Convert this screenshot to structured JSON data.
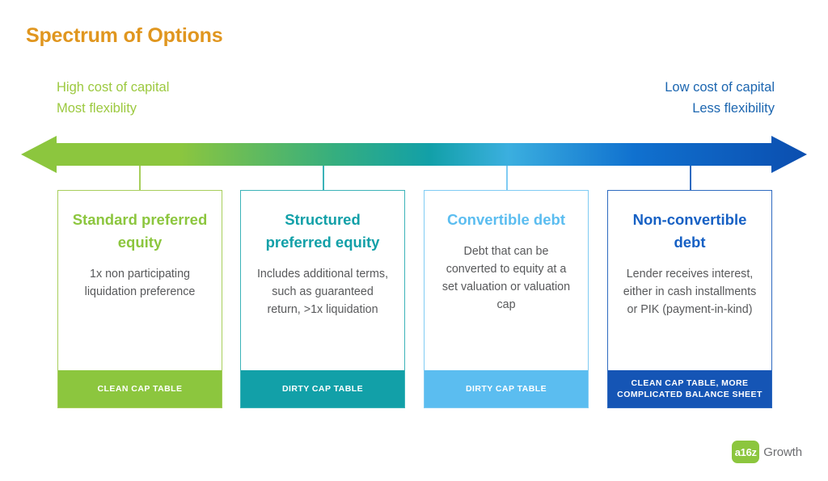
{
  "page": {
    "title": "Spectrum of Options",
    "title_color": "#E0961F",
    "background": "#FFFFFF"
  },
  "spectrum": {
    "left_labels": [
      "High cost of capital",
      "Most flexiblity"
    ],
    "right_labels": [
      "Low cost of capital",
      "Less flexibility"
    ],
    "left_label_color": "#9CC93F",
    "right_label_color": "#1C66B0",
    "arrow": {
      "direction": "double",
      "gradient_start": "#8CC63E",
      "gradient_mid_teal": "#12A0A8",
      "gradient_mid_blue": "#41B6E6",
      "gradient_end": "#0B4EAF"
    }
  },
  "cards": [
    {
      "heading": "Standard preferred equity",
      "description": "1x non participating liquidation preference",
      "footer": "CLEAN CAP TABLE",
      "color": "#8CC63E",
      "heading_color": "#8CC63E",
      "border_color": "#A7CE5B"
    },
    {
      "heading": "Structured preferred equity",
      "description": "Includes additional terms, such as guaranteed return, >1x liquidation",
      "footer": "DIRTY CAP TABLE",
      "color": "#12A0A8",
      "heading_color": "#12A0A8",
      "border_color": "#3BB3B8"
    },
    {
      "heading": "Convertible debt",
      "description": "Debt that can be converted to equity at a set valuation or valuation cap",
      "footer": "DIRTY CAP TABLE",
      "color": "#5BBDF0",
      "heading_color": "#5BBDF0",
      "border_color": "#7FCBF3"
    },
    {
      "heading": "Non-convertible debt",
      "description": "Lender receives interest, either in cash installments or PIK (payment-in-kind)",
      "footer": "CLEAN CAP TABLE, MORE COMPLICATED BALANCE SHEET",
      "color": "#1555B5",
      "heading_color": "#1660C4",
      "border_color": "#2E6AC0"
    }
  ],
  "logo": {
    "mark": "a16z",
    "text": "Growth",
    "mark_background": "#8CC63E",
    "text_color": "#6D6E71"
  }
}
